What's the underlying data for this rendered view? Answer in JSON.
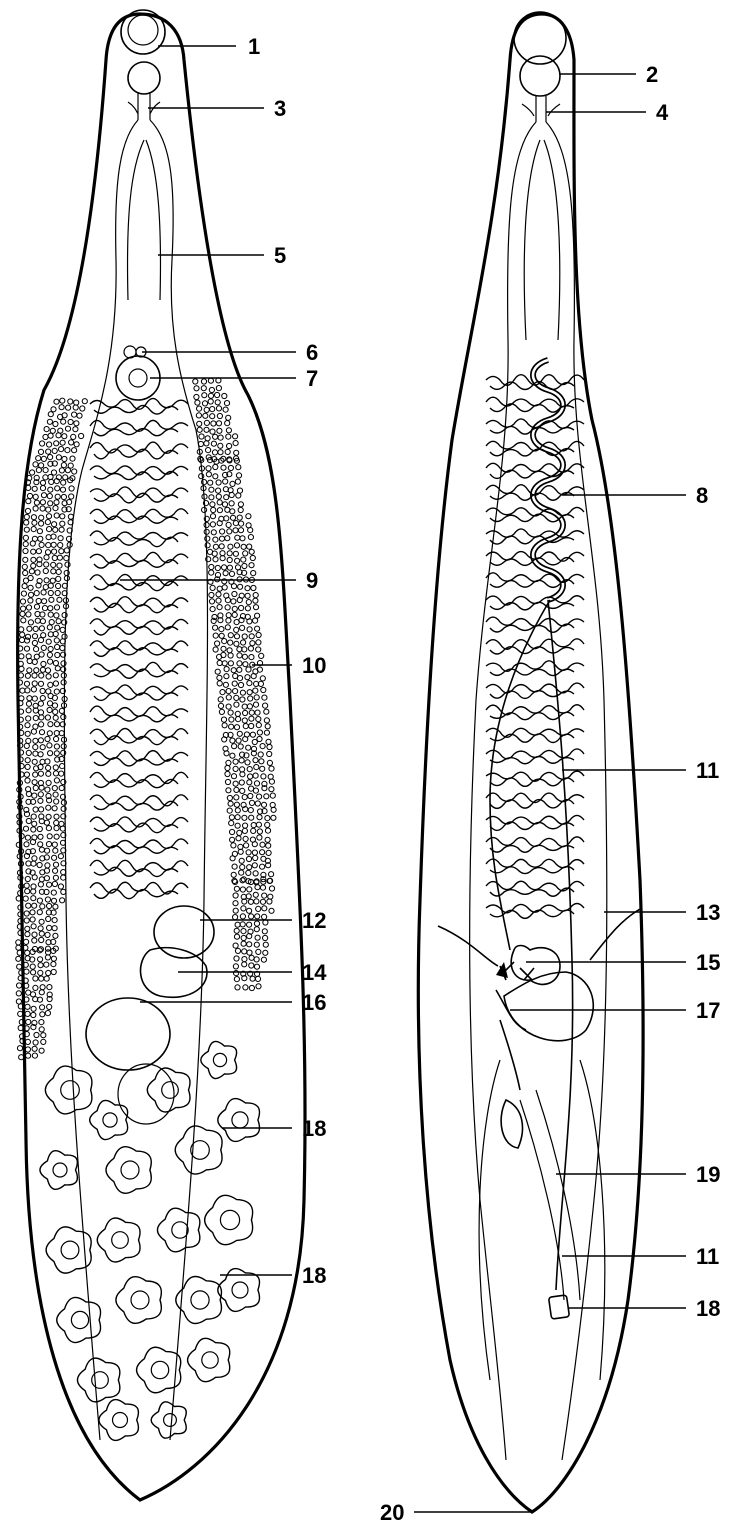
{
  "figure": {
    "labels": [
      "1",
      "2",
      "3",
      "4",
      "5",
      "6",
      "7",
      "8",
      "9",
      "10",
      "11",
      "12",
      "13",
      "14",
      "15",
      "16",
      "17",
      "18",
      "19",
      "20"
    ]
  },
  "left_specimen": {
    "labels": {
      "l1": "1",
      "l3": "3",
      "l5": "5",
      "l6": "6",
      "l7": "7",
      "l9": "9",
      "l10": "10",
      "l12": "12",
      "l14": "14",
      "l16": "16",
      "l18a": "18",
      "l18b": "18"
    }
  },
  "right_specimen": {
    "labels": {
      "l2": "2",
      "l4": "4",
      "l8": "8",
      "l11a": "11",
      "l13": "13",
      "l15": "15",
      "l17": "17",
      "l19": "19",
      "l11b": "11",
      "l18": "18",
      "l20": "20"
    }
  },
  "colors": {
    "ink": "#000000",
    "paper": "#ffffff"
  }
}
